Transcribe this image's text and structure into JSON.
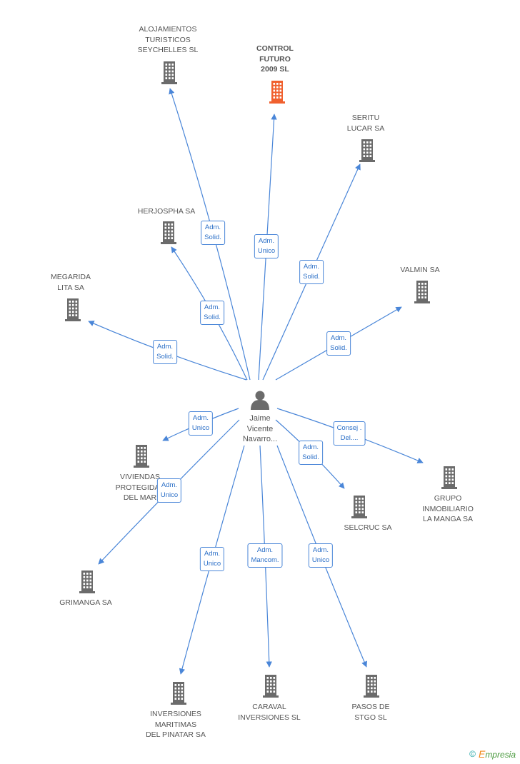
{
  "center": {
    "name_lines": [
      "Jaime",
      "Vicente",
      "Navarro..."
    ]
  },
  "nodes": [
    {
      "id": "alojamientos",
      "lines": [
        "ALOJAMIENTOS",
        "TURISTICOS",
        "SEYCHELLES SL"
      ],
      "highlight": false
    },
    {
      "id": "control",
      "lines": [
        "CONTROL",
        "FUTURO",
        "2009 SL"
      ],
      "highlight": true
    },
    {
      "id": "seritu",
      "lines": [
        "SERITU",
        "LUCAR SA"
      ],
      "highlight": false
    },
    {
      "id": "herjospha",
      "lines": [
        "HERJOSPHA SA"
      ],
      "highlight": false
    },
    {
      "id": "valmin",
      "lines": [
        "VALMIN SA"
      ],
      "highlight": false
    },
    {
      "id": "megarida",
      "lines": [
        "MEGARIDA",
        "LITA SA"
      ],
      "highlight": false
    },
    {
      "id": "viviendas",
      "lines": [
        "VIVIENDAS",
        "PROTEGIDAS",
        "DEL MAR"
      ],
      "highlight": false
    },
    {
      "id": "grupo",
      "lines": [
        "GRUPO",
        "INMOBILIARIO",
        "LA MANGA SA"
      ],
      "highlight": false
    },
    {
      "id": "selcruc",
      "lines": [
        "SELCRUC SA"
      ],
      "highlight": false
    },
    {
      "id": "grimanga",
      "lines": [
        "GRIMANGA SA"
      ],
      "highlight": false
    },
    {
      "id": "inversiones",
      "lines": [
        "INVERSIONES",
        "MARITIMAS",
        "DEL PINATAR SA"
      ],
      "highlight": false
    },
    {
      "id": "caraval",
      "lines": [
        "CARAVAL",
        "INVERSIONES SL"
      ],
      "highlight": false
    },
    {
      "id": "pasos",
      "lines": [
        "PASOS DE",
        "STGO SL"
      ],
      "highlight": false
    }
  ],
  "edges": [
    {
      "to": "alojamientos",
      "label": [
        "Adm.",
        "Solid."
      ]
    },
    {
      "to": "control",
      "label": [
        "Adm.",
        "Unico"
      ]
    },
    {
      "to": "seritu",
      "label": [
        "Adm.",
        "Solid."
      ]
    },
    {
      "to": "herjospha",
      "label": [
        "Adm.",
        "Solid."
      ]
    },
    {
      "to": "valmin",
      "label": [
        "Adm.",
        "Solid."
      ]
    },
    {
      "to": "megarida",
      "label": [
        "Adm.",
        "Solid."
      ]
    },
    {
      "to": "viviendas",
      "label": [
        "Adm.",
        "Unico"
      ]
    },
    {
      "to": "grupo",
      "label": [
        "Consej .",
        "Del...."
      ]
    },
    {
      "to": "selcruc",
      "label": [
        "Adm.",
        "Solid."
      ]
    },
    {
      "to": "grimanga",
      "label": [
        "Adm.",
        "Unico"
      ]
    },
    {
      "to": "inversiones",
      "label": [
        "Adm.",
        "Unico"
      ]
    },
    {
      "to": "caraval",
      "label": [
        "Adm.",
        "Mancom."
      ]
    },
    {
      "to": "pasos",
      "label": [
        "Adm.",
        "Unico"
      ]
    }
  ],
  "colors": {
    "edge": "#4a86d8",
    "building": "#6b6b6b",
    "highlight": "#f0602e",
    "person": "#6b6b6b"
  },
  "footer": {
    "copyright": "©",
    "brand_initial": "E",
    "brand_rest": "mpresia"
  }
}
